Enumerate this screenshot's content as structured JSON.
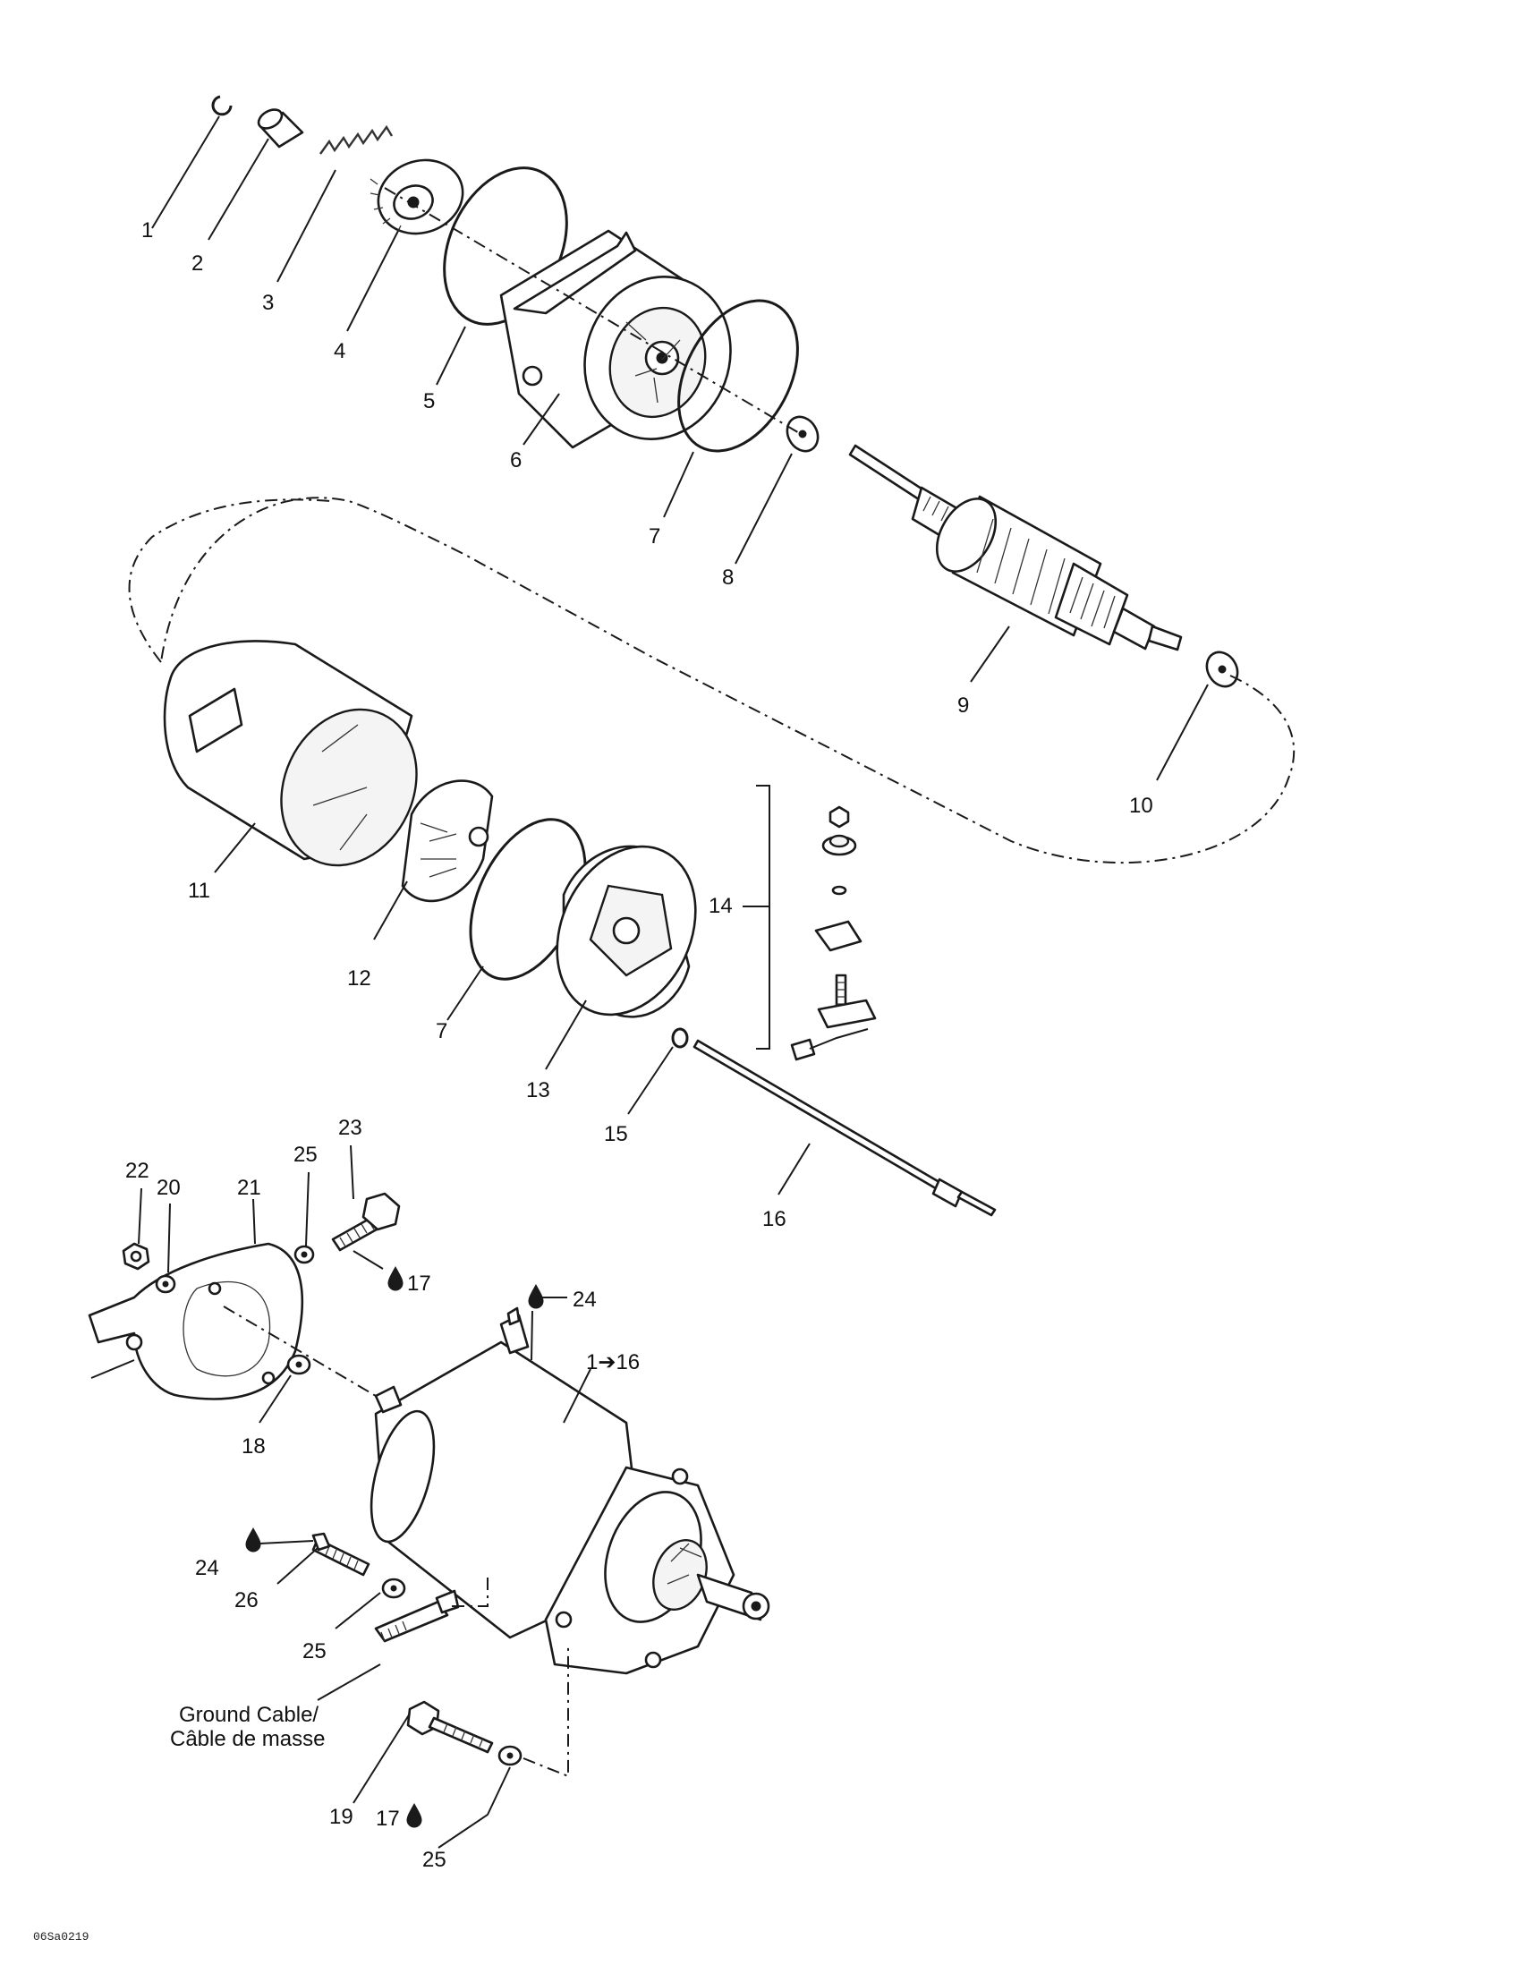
{
  "diagram_code": "06Sa0219",
  "callouts": {
    "c1": "1",
    "c2": "2",
    "c3": "3",
    "c4": "4",
    "c5": "5",
    "c6": "6",
    "c7a": "7",
    "c7b": "7",
    "c8": "8",
    "c9": "9",
    "c10": "10",
    "c11": "11",
    "c12": "12",
    "c13": "13",
    "c14": "14",
    "c15": "15",
    "c16": "16",
    "c17a": "17",
    "c17b": "17",
    "c18": "18",
    "c19": "19",
    "c20": "20",
    "c21": "21",
    "c22": "22",
    "c23": "23",
    "c24a": "24",
    "c24b": "24",
    "c25a": "25",
    "c25b": "25",
    "c25c": "25",
    "c26": "26",
    "assembly": "1➔16"
  },
  "notes": {
    "ground_cable_line1": "Ground Cable/",
    "ground_cable_line2": "Câble de masse"
  },
  "icons": {
    "adhesive": "drop-icon"
  }
}
